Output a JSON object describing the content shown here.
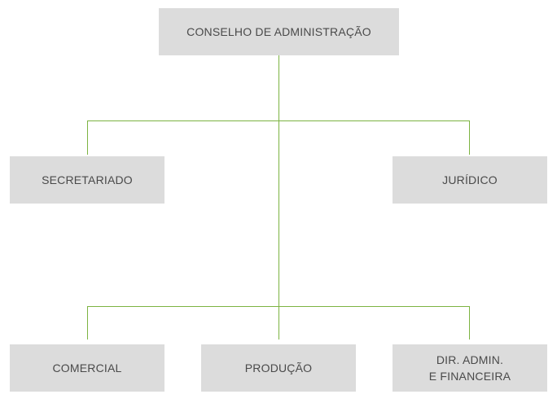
{
  "org_chart": {
    "board": "CONSELHO DE ADMINISTRAÇÃO",
    "staff": {
      "left": "SECRETARIADO",
      "right": "JURÍDICO"
    },
    "departments": {
      "commercial": "COMERCIAL",
      "production": "PRODUÇÃO",
      "admin_finance_line1": "DIR. ADMIN.",
      "admin_finance_line2": "E FINANCEIRA"
    }
  },
  "colors": {
    "connector": "#7cb342",
    "box_fill": "#dcdcdc",
    "box_text": "#4a4a4a"
  }
}
